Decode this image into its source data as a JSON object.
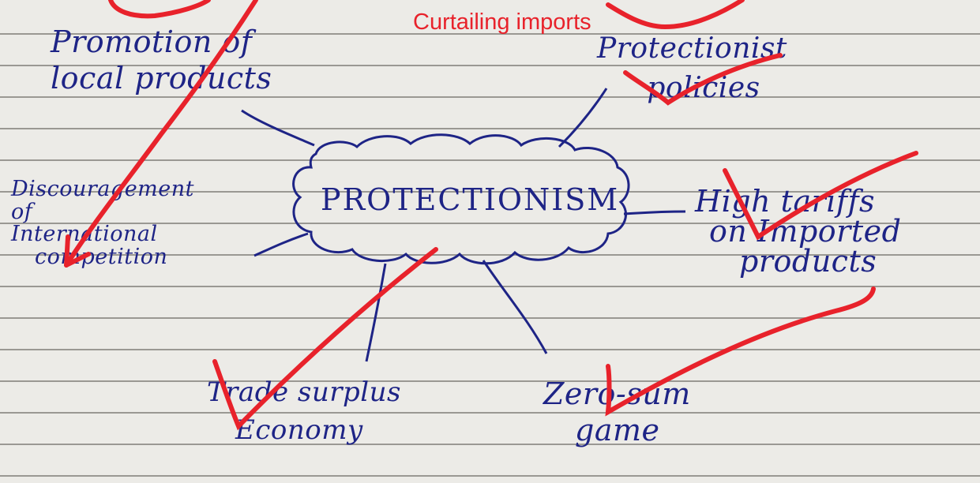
{
  "central": "PROTECTIONISM",
  "nodes": {
    "promotion": [
      "Promotion of",
      "local products"
    ],
    "protectionist": [
      "Protectionist",
      "policies"
    ],
    "discouragement": [
      "Discouragement",
      "of",
      "International",
      "competition"
    ],
    "tariffs": [
      "High tariffs",
      "on Imported",
      "products"
    ],
    "surplus": [
      "Trade surplus",
      "Economy"
    ],
    "zerosum": [
      "Zero-sum",
      "game"
    ]
  },
  "annotation": "Curtailing imports",
  "colors": {
    "ink": "#1e2486",
    "marker": "#e8222b",
    "paper": "#ecebe7",
    "rule": "#9a9893"
  }
}
